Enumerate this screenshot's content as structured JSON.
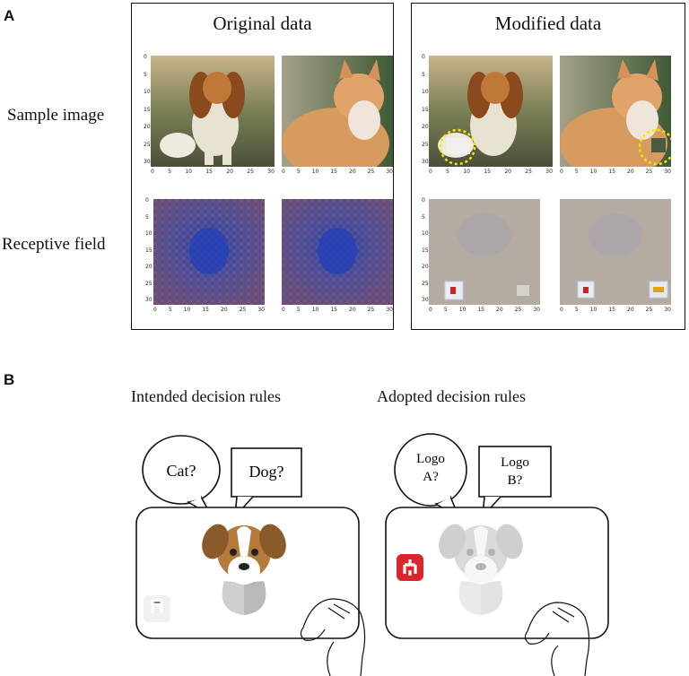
{
  "panel_a": {
    "letter": "A",
    "original_heading": "Original data",
    "modified_heading": "Modified data",
    "row_sample": "Sample image",
    "row_receptive": "Receptive field",
    "ticks": [
      "0",
      "5",
      "10",
      "15",
      "20",
      "25",
      "30"
    ]
  },
  "panel_b": {
    "letter": "B",
    "intended_heading": "Intended decision rules",
    "adopted_heading": "Adopted decision rules",
    "bubble_cat": "Cat?",
    "bubble_dog": "Dog?",
    "bubble_logo_a_line1": "Logo",
    "bubble_logo_a_line2": "A?",
    "bubble_logo_b_line1": "Logo",
    "bubble_logo_b_line2": "B?"
  },
  "colors": {
    "highlight_circle": "#f5e600",
    "logo_red": "#d8262c",
    "dog_brown": "#b37a3c",
    "grey_field": "#b4aba3"
  }
}
